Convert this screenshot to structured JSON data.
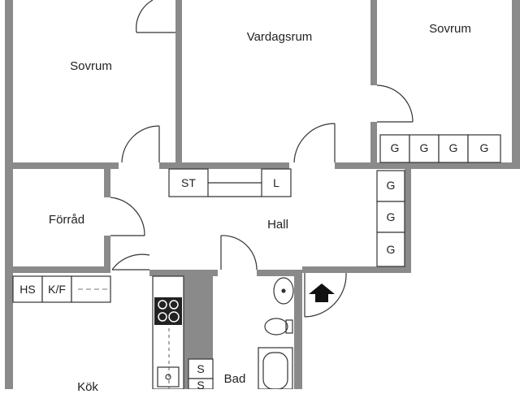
{
  "rooms": {
    "bedroom_left": "Sovrum",
    "living_room": "Vardagsrum",
    "bedroom_right": "Sovrum",
    "storage": "Förråd",
    "hall": "Hall",
    "kitchen": "Kök",
    "bathroom": "Bad"
  },
  "fixtures": {
    "closet_g": "G",
    "storage_cabinet": "ST",
    "linen": "L",
    "tall_cabinet": "HS",
    "fridge_freezer": "K/F",
    "shelf": "S"
  },
  "colors": {
    "wall": "#8a8a8a",
    "line": "#333333",
    "background": "#ffffff"
  }
}
